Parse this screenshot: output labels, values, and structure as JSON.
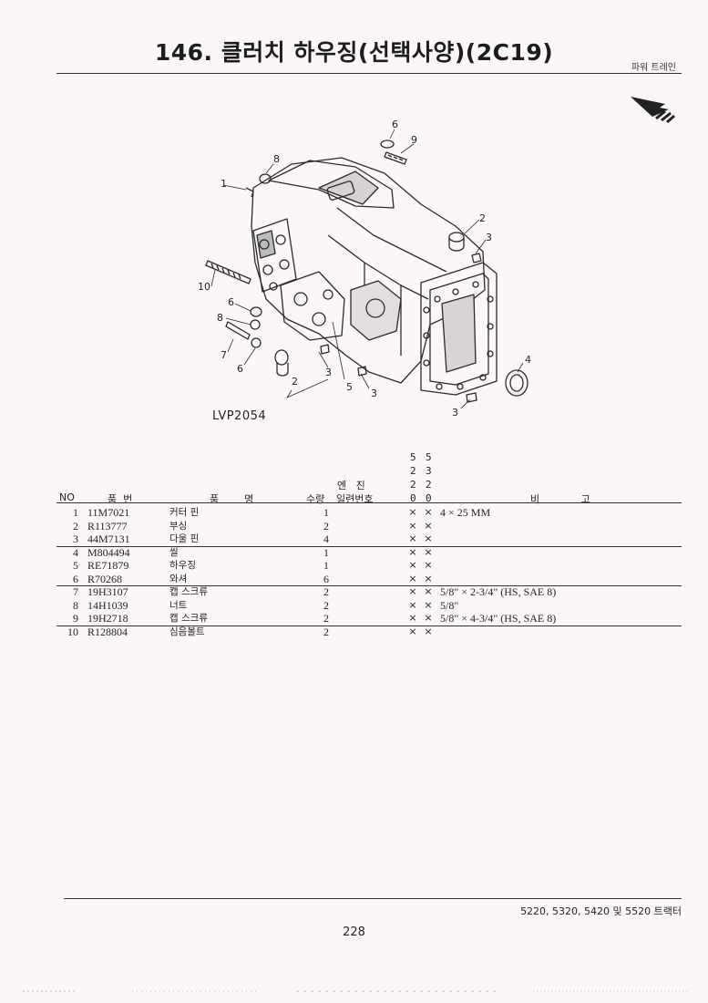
{
  "header": {
    "title": "146. 클러치 하우징(선택사양)(2C19)",
    "section": "파워 트레인"
  },
  "figure": {
    "code": "LVP2054",
    "callouts": [
      "6",
      "9",
      "8",
      "1",
      "2",
      "3",
      "10",
      "6",
      "8",
      "7",
      "6",
      "2",
      "3",
      "5",
      "3",
      "4",
      "3"
    ],
    "colors": {
      "ink": "#2a2a2a",
      "paper": "#fcf7f7"
    }
  },
  "table": {
    "columns": {
      "no": "NO",
      "part_no": "품  번",
      "name": "품        명",
      "qty": "수량",
      "serial_top": "엔   진",
      "serial": "일련번호",
      "remarks": "비             고"
    },
    "model_digits": [
      [
        "5",
        "2",
        "2",
        "0"
      ],
      [
        "5",
        "3",
        "2",
        "0"
      ]
    ],
    "rows": [
      {
        "no": "1",
        "part": "11M7021",
        "name": "커터 핀",
        "qty": "1",
        "m1": "×",
        "m2": "×",
        "remark": "4 × 25 MM"
      },
      {
        "no": "2",
        "part": "R113777",
        "name": "부싱",
        "qty": "2",
        "m1": "×",
        "m2": "×",
        "remark": ""
      },
      {
        "no": "3",
        "part": "44M7131",
        "name": "다울 핀",
        "qty": "4",
        "m1": "×",
        "m2": "×",
        "remark": ""
      },
      {
        "no": "4",
        "part": "M804494",
        "name": "씰",
        "qty": "1",
        "m1": "×",
        "m2": "×",
        "remark": ""
      },
      {
        "no": "5",
        "part": "RE71879",
        "name": "하우징",
        "qty": "1",
        "m1": "×",
        "m2": "×",
        "remark": ""
      },
      {
        "no": "6",
        "part": "R70268",
        "name": "와셔",
        "qty": "6",
        "m1": "×",
        "m2": "×",
        "remark": ""
      },
      {
        "no": "7",
        "part": "19H3107",
        "name": "캡 스크류",
        "qty": "2",
        "m1": "×",
        "m2": "×",
        "remark": "5/8\" × 2-3/4\" (HS, SAE 8)"
      },
      {
        "no": "8",
        "part": "14H1039",
        "name": "너트",
        "qty": "2",
        "m1": "×",
        "m2": "×",
        "remark": "5/8\""
      },
      {
        "no": "9",
        "part": "19H2718",
        "name": "캡 스크류",
        "qty": "2",
        "m1": "×",
        "m2": "×",
        "remark": "5/8\" × 4-3/4\" (HS, SAE 8)"
      },
      {
        "no": "10",
        "part": "R128804",
        "name": "심음볼트",
        "qty": "2",
        "m1": "×",
        "m2": "×",
        "remark": ""
      }
    ]
  },
  "footer": {
    "models": "5220, 5320, 5420 및 5520 트랙터",
    "page": "228"
  }
}
